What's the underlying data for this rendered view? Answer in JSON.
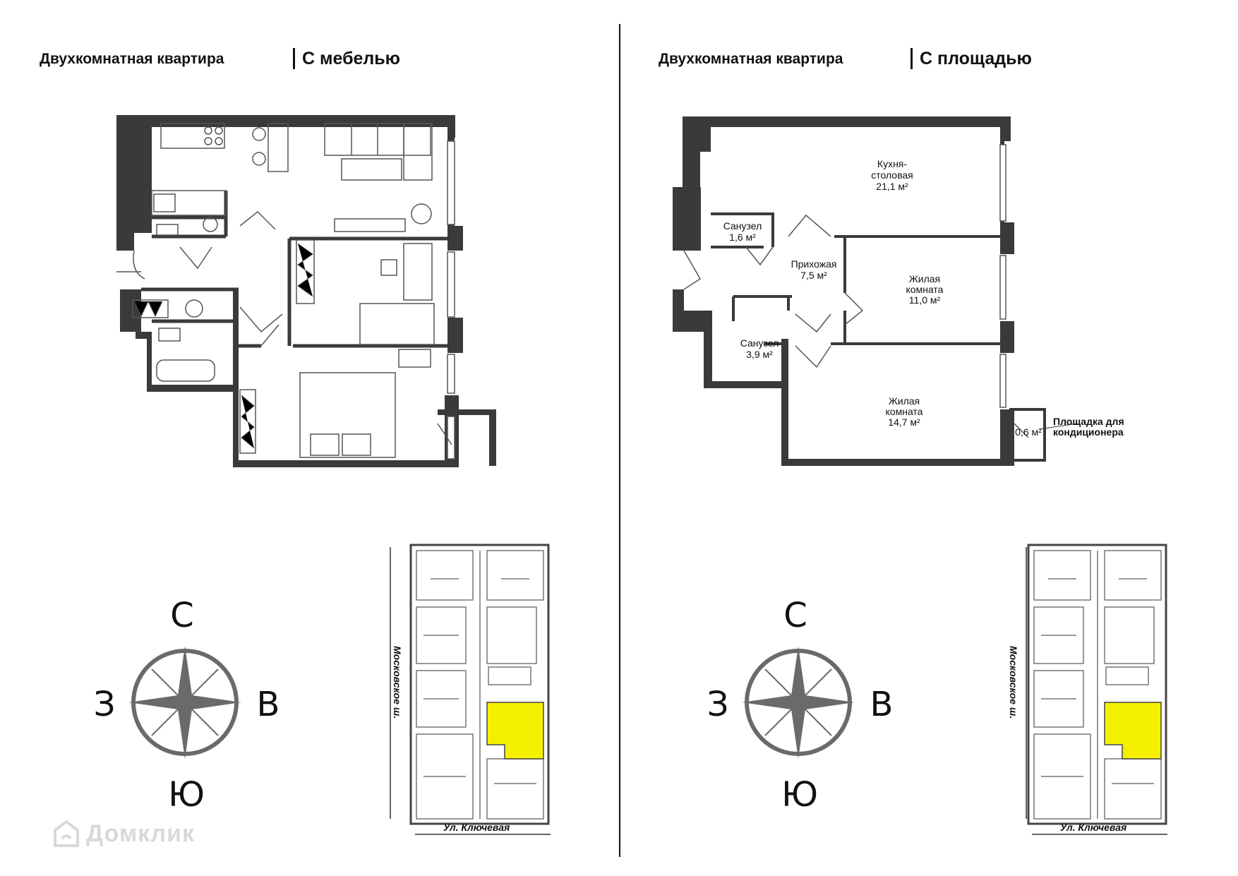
{
  "left_panel": {
    "title": "Двухкомнатная квартира",
    "subtitle": "С мебелью"
  },
  "right_panel": {
    "title": "Двухкомнатная квартира",
    "subtitle": "С площадью",
    "rooms": [
      {
        "name_line1": "Кухня-",
        "name_line2": "столовая",
        "area": "21,1 м²"
      },
      {
        "name_line1": "Санузел",
        "name_line2": "",
        "area": "1,6 м²"
      },
      {
        "name_line1": "Прихожая",
        "name_line2": "",
        "area": "7,5 м²"
      },
      {
        "name_line1": "Жилая",
        "name_line2": "комната",
        "area": "11,0 м²"
      },
      {
        "name_line1": "Санузел",
        "name_line2": "",
        "area": "3,9 м²"
      },
      {
        "name_line1": "Жилая",
        "name_line2": "комната",
        "area": "14,7 м²"
      },
      {
        "name_line1": "",
        "name_line2": "",
        "area": "0,6 м²"
      }
    ],
    "ac_label_line1": "Площадка для",
    "ac_label_line2": "кондиционера"
  },
  "compass": {
    "north": "С",
    "south": "Ю",
    "west": "З",
    "east": "В"
  },
  "site_plan": {
    "street_side": "Московское ш.",
    "street_bottom": "Ул. Ключевая",
    "highlight_color": "#f5f000"
  },
  "wall_color": "#3a3a3a",
  "watermark": "Домклик"
}
